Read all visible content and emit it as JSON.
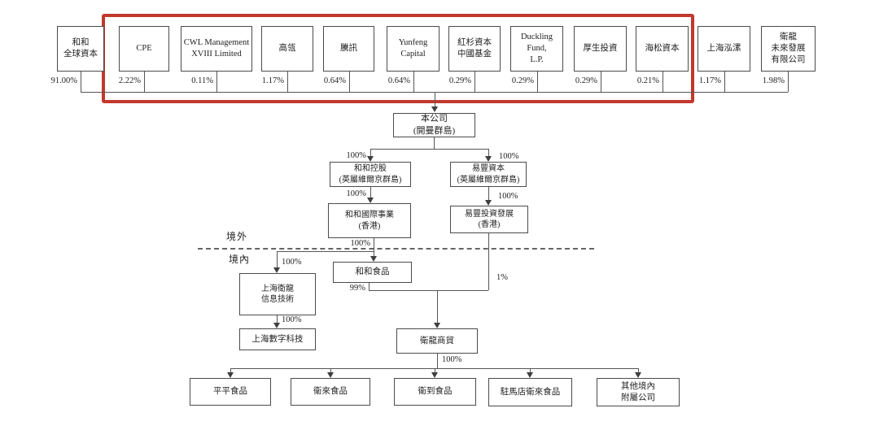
{
  "diagram": {
    "highlight_color": "#c2382c",
    "regions": {
      "offshore": "境外",
      "onshore": "境內"
    },
    "shareholders": [
      {
        "label": "和和\n全球資本",
        "pct": "91.00%"
      },
      {
        "label": "CPE",
        "pct": "2.22%"
      },
      {
        "label": "CWL Management\nXVIII Limited",
        "pct": "0.11%"
      },
      {
        "label": "高瓴",
        "pct": "1.17%"
      },
      {
        "label": "騰訊",
        "pct": "0.64%"
      },
      {
        "label": "Yunfeng\nCapital",
        "pct": "0.64%"
      },
      {
        "label": "紅杉資本\n中國基金",
        "pct": "0.29%"
      },
      {
        "label": "Duckling\nFund,\nL.P.",
        "pct": "0.29%"
      },
      {
        "label": "厚生投資",
        "pct": "0.29%"
      },
      {
        "label": "海松資本",
        "pct": "0.21%"
      },
      {
        "label": "上海泓漯",
        "pct": "1.17%"
      },
      {
        "label": "衛龍\n未來發展\n有限公司",
        "pct": "1.98%"
      }
    ],
    "company": "本公司\n(開曼群島)",
    "nodes": {
      "hehe_holding": "和和控股\n(英屬維爾京群島)",
      "yifeng_capital": "易豐資本\n(英屬維爾京群島)",
      "hehe_intl": "和和國際事業\n(香港)",
      "yifeng_invest": "易豐投資發展\n(香港)",
      "shanghai_weilong_it": "上海衛龍\n信息技術",
      "hehe_food": "和和食品",
      "shanghai_digital": "上海數字科技",
      "weilong_trading": "衛龍商貿"
    },
    "subsidiaries": [
      "平平食品",
      "衛來食品",
      "衛到食品",
      "駐馬店衛來食品",
      "其他境內\n附屬公司"
    ],
    "links": {
      "company_to_hehe_holding": "100%",
      "company_to_yifeng_capital": "100%",
      "hehe_holding_to_hehe_intl": "100%",
      "yifeng_capital_to_yifeng_invest": "100%",
      "hehe_intl_to_hehe_food": "100%",
      "hehe_intl_to_shanghai_weilong_it": "100%",
      "shanghai_weilong_it_to_shanghai_digital": "100%",
      "hehe_food_to_weilong_trading": "99%",
      "yifeng_invest_to_weilong_trading": "1%",
      "weilong_trading_to_subsidiaries": "100%"
    }
  }
}
